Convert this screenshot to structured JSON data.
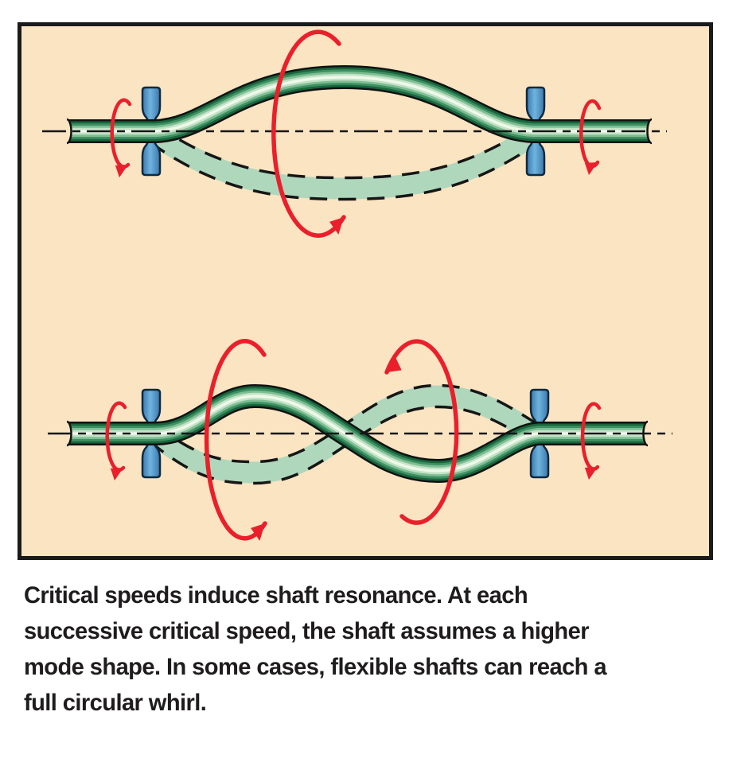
{
  "figure": {
    "type": "technical-diagram",
    "subject": "shaft critical speed mode shapes",
    "diagrams": [
      {
        "name": "first-critical-speed-mode"
      },
      {
        "name": "second-critical-speed-mode"
      }
    ],
    "colors": {
      "page_background": "#FFFFFF",
      "figure_background": "#FBE4C2",
      "figure_border": "#1A1A1A",
      "shaft_outline": "#111111",
      "shaft_dark_green": "#17663B",
      "shaft_mid_green": "#3E9063",
      "shaft_light_green": "#C2E3C6",
      "shaft_highlight": "#EFF8EA",
      "ghost_shaft_green": "#AFD7BC",
      "bearing_blue": "#6FB4DF",
      "bearing_blue_dark": "#3A78AE",
      "rotation_arrow_red": "#E9202B",
      "caption_text": "#1F1C1D"
    }
  },
  "caption": {
    "lines": [
      "Critical speeds induce shaft resonance. At each",
      "successive critical speed, the shaft assumes a higher",
      "mode shape. In some cases, flexible shafts can reach a",
      "full circular whirl."
    ],
    "text": "Critical speeds induce shaft resonance. At each successive critical speed, the shaft assumes a higher mode shape. In some cases, flexible shafts can reach a full circular whirl."
  }
}
